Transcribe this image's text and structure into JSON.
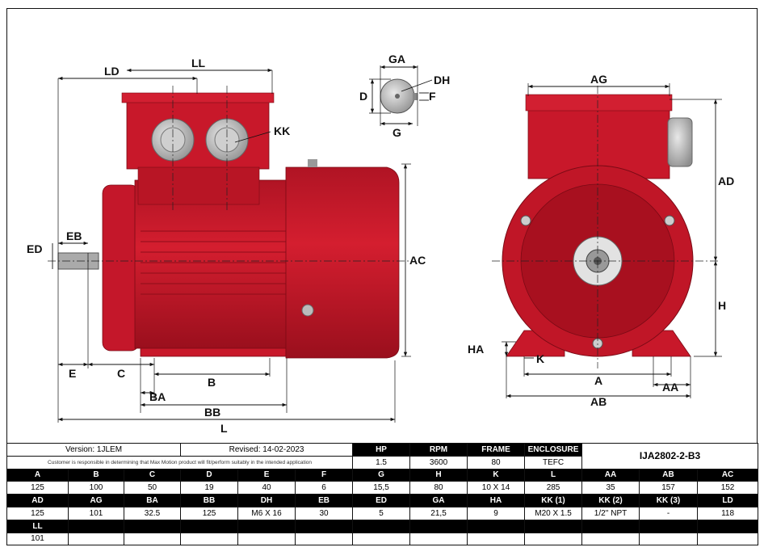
{
  "dimensions": {
    "side_view": [
      "LD",
      "LL",
      "KK",
      "ED",
      "EB",
      "AC",
      "E",
      "C",
      "B",
      "BA",
      "BB",
      "L"
    ],
    "shaft_view": [
      "GA",
      "DH",
      "D",
      "F",
      "G"
    ],
    "front_view": [
      "AG",
      "AD",
      "H",
      "HA",
      "K",
      "A",
      "AA",
      "AB"
    ]
  },
  "info": {
    "version": "Version: 1JLEM",
    "revised": "Revised: 14-02-2023",
    "note": "Customer is responsible in determining that Max Motion product will fit/perform suitably in the intended application",
    "model": "IJA2802-2-B3"
  },
  "spec_header": [
    "HP",
    "RPM",
    "FRAME",
    "ENCLOSURE"
  ],
  "spec_values": [
    "1.5",
    "3600",
    "80",
    "TEFC"
  ],
  "rows": [
    {
      "labels": [
        "A",
        "B",
        "C",
        "D",
        "E",
        "F",
        "G",
        "H",
        "K",
        "L",
        "AA",
        "AB",
        "AC"
      ],
      "values": [
        "125",
        "100",
        "50",
        "19",
        "40",
        "6",
        "15,5",
        "80",
        "10 X 14",
        "285",
        "35",
        "157",
        "152"
      ]
    },
    {
      "labels": [
        "AD",
        "AG",
        "BA",
        "BB",
        "DH",
        "EB",
        "ED",
        "GA",
        "HA",
        "KK (1)",
        "KK (2)",
        "KK (3)",
        "LD"
      ],
      "values": [
        "125",
        "101",
        "32.5",
        "125",
        "M6 X 16",
        "30",
        "5",
        "21,5",
        "9",
        "M20 X 1.5",
        "1/2'' NPT",
        "-",
        "118"
      ]
    },
    {
      "labels": [
        "LL",
        "",
        "",
        "",
        "",
        "",
        "",
        "",
        "",
        "",
        "",
        "",
        ""
      ],
      "values": [
        "101",
        "",
        "",
        "",
        "",
        "",
        "",
        "",
        "",
        "",
        "",
        "",
        ""
      ]
    }
  ],
  "colors": {
    "motor_red": "#c8182a",
    "motor_dark": "#8e0d1a",
    "gland_grey": "#b5b5b5"
  }
}
